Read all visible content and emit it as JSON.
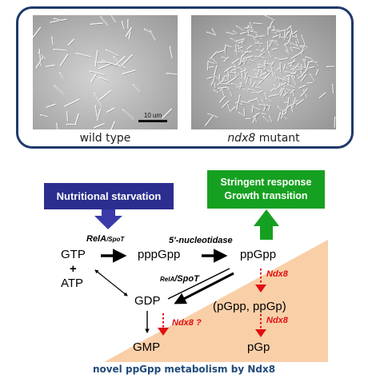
{
  "micrographs": {
    "wild_type_caption": "wild type",
    "mutant_caption_gene": "ndx8",
    "mutant_caption_suffix": " mutant",
    "scale_bar_label": "10 um"
  },
  "boxes": {
    "starvation": "Nutritional starvation",
    "stringent_line1": "Stringent response",
    "stringent_line2": "Growth transition"
  },
  "metabolites": {
    "gtp": "GTP",
    "plus": "+",
    "atp": "ATP",
    "pppgpp": "pppGpp",
    "ppgpp": "ppGpp",
    "gdp": "GDP",
    "pgpp_ppgp": "(pGpp, ppGp)",
    "gmp": "GMP",
    "pgp": "pGp"
  },
  "enzymes": {
    "rela_top": "RelA",
    "spot_top": "/SpoT",
    "nucleotidase": "5'-nucleotidase",
    "rela_mid": "RelA",
    "spot_mid": "/SpoT",
    "ndx8_1": "Ndx8",
    "ndx8_2": "Ndx8",
    "ndx8_q": "Ndx8 ?"
  },
  "title": "novel ppGpp metabolism by Ndx8",
  "colors": {
    "panel_border": "#1f3a6b",
    "starvation_box": "#2b2e8f",
    "stringent_box": "#16a021",
    "triangle": "#f9cfa8",
    "ndx8_red": "#e01010",
    "title": "#1f4a7a"
  }
}
